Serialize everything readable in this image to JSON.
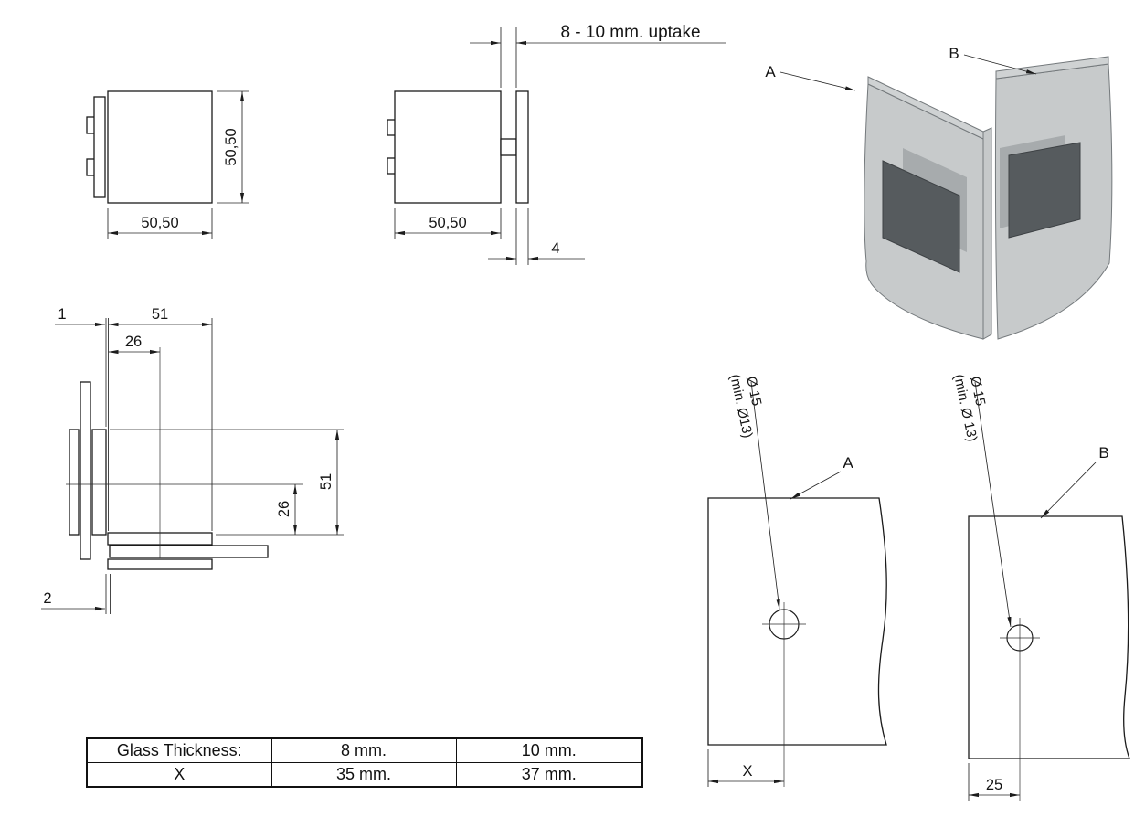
{
  "drawing": {
    "front_view": {
      "dim_width": "50,50",
      "dim_height": "50,50"
    },
    "side_view": {
      "uptake_note": "8 - 10 mm. uptake",
      "dim_width": "50,50",
      "dim_glass": "4"
    },
    "iso_view": {
      "label_a": "A",
      "label_b": "B"
    },
    "plan_view": {
      "dim_gap_top": "1",
      "dim_width": "51",
      "dim_hole_x": "26",
      "dim_height": "51",
      "dim_hole_y": "26",
      "dim_gap_bottom": "2"
    },
    "panel_a": {
      "label": "A",
      "hole_dia": "Ø 15",
      "hole_min": "(min. Ø13)",
      "dim_x": "X"
    },
    "panel_b": {
      "label": "B",
      "hole_dia": "Ø 15",
      "hole_min": "(min. Ø 13)",
      "dim_x": "25"
    }
  },
  "table": {
    "rows": [
      [
        "Glass Thickness:",
        "8 mm.",
        "10 mm."
      ],
      [
        "X",
        "35 mm.",
        "37 mm."
      ]
    ]
  },
  "colors": {
    "line": "#1b1b1b",
    "glass": "#b7bbbd",
    "glass_top": "#cfd2d3",
    "glass_edge": "#c6c9ca",
    "pad": "#565b5e",
    "backplate": "#6e7376"
  }
}
